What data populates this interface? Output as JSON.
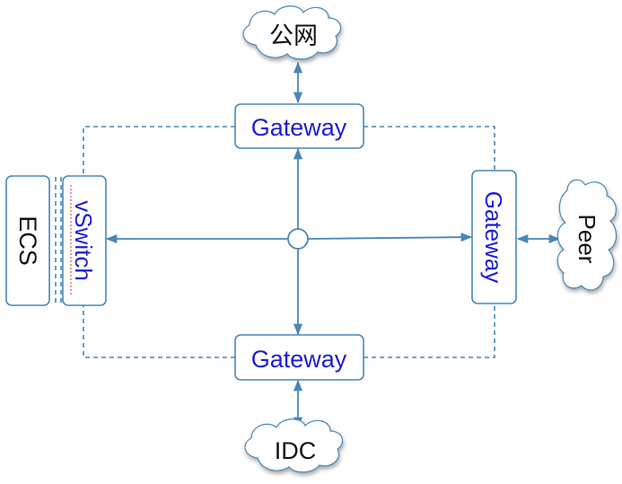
{
  "nodes": {
    "internet": "公网",
    "gateway_top": "Gateway",
    "gateway_bottom": "Gateway",
    "gateway_right": "Gateway",
    "ecs": "ECS",
    "vswitch": "vSwitch",
    "peer": "Peer",
    "idc": "IDC"
  },
  "colors": {
    "line": "#4a86b8",
    "box_border": "#4a86b8",
    "gateway_text": "#1c1cd8",
    "dark_text": "#111111",
    "spellcheck_underline": "#e05050"
  }
}
